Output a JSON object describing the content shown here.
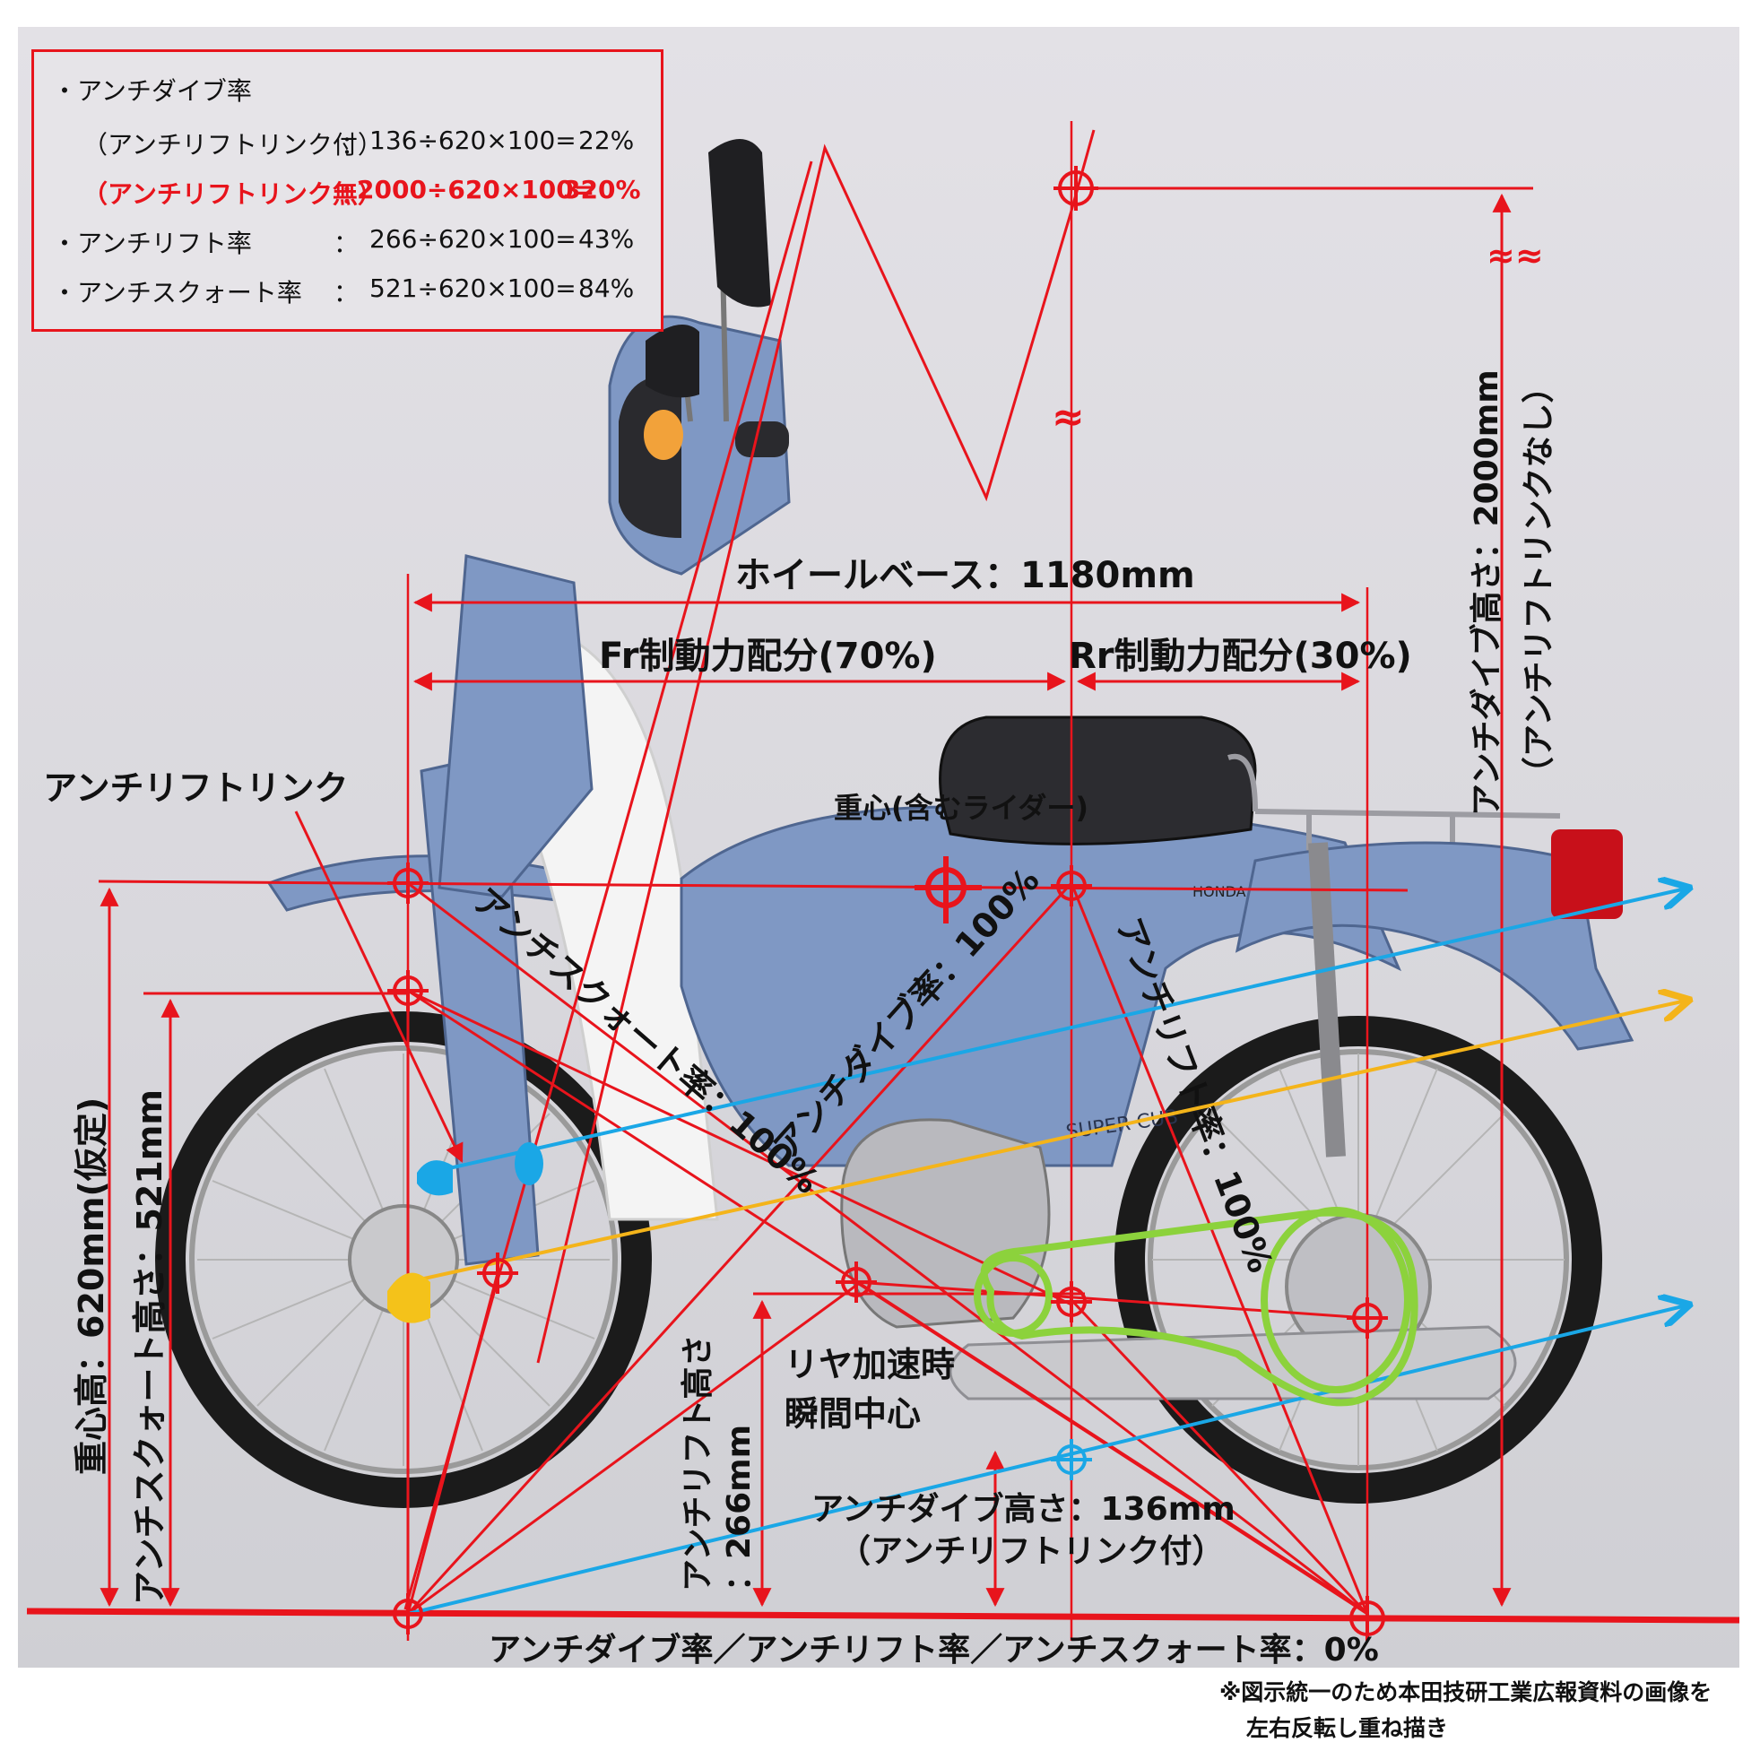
{
  "legend": {
    "anti_dive_rate_heading": "・アンチダイブ率",
    "with_link_label": "（アンチリフトリンク付）",
    "with_link_colon": "：",
    "with_link_formula": "136÷620×100=",
    "with_link_value": "22%",
    "without_link_label": "（アンチリフトリンク無）",
    "without_link_colon": "：",
    "without_link_formula": "2000÷620×100=",
    "without_link_value": "320%",
    "anti_lift_label": "・アンチリフト率",
    "anti_lift_colon": "：",
    "anti_lift_formula": "266÷620×100=",
    "anti_lift_value": "43%",
    "anti_squat_label": "・アンチスクォート率",
    "anti_squat_colon": "：",
    "anti_squat_formula": "521÷620×100=",
    "anti_squat_value": "84%"
  },
  "labels": {
    "wheelbase": "ホイールベース：1180mm",
    "front_brake": "Fr制動力配分(70%)",
    "rear_brake": "Rr制動力配分(30%)",
    "anti_lift_link": "アンチリフトリンク",
    "cog": "重心(含むライダー)",
    "anti_squat_100": "アンチスクォート率：100%",
    "anti_dive_100": "アンチダイブ率：100%",
    "anti_lift_100": "アンチリフト率：100%",
    "cog_height": "重心高：620mm(仮定)",
    "anti_squat_height": "アンチスクォート高さ：521mm",
    "anti_lift_height_line1": "アンチリフト高さ",
    "anti_lift_height_line2": "：266mm",
    "instant_center_line1": "リヤ加速時",
    "instant_center_line2": "瞬間中心",
    "anti_dive_height_line1": "アンチダイブ高さ：136mm",
    "anti_dive_height_line2": "（アンチリフトリンク付）",
    "anti_dive_height_nolink_line1": "アンチダイブ高さ：2000mm",
    "anti_dive_height_nolink_line2": "（アンチリフトリンクなし）",
    "ground_zero": "アンチダイブ率／アンチリフト率／アンチスクォート率：0%",
    "footnote_line1": "※図示統一のため本田技研工業広報資料の画像を",
    "footnote_line2": "左右反転し重ね描き",
    "break_mark": "≈",
    "break_mark_double": "≈≈"
  },
  "image": {
    "subject": "motorcycle-photo",
    "emblem_text": "SUPER CUB",
    "brand_text": "HONDA"
  },
  "colors": {
    "red": "#e8141c",
    "blue": "#1aa7e6",
    "yellow": "#f4b41a",
    "green": "#8cd23c",
    "bike_body": "#7f98c4"
  }
}
